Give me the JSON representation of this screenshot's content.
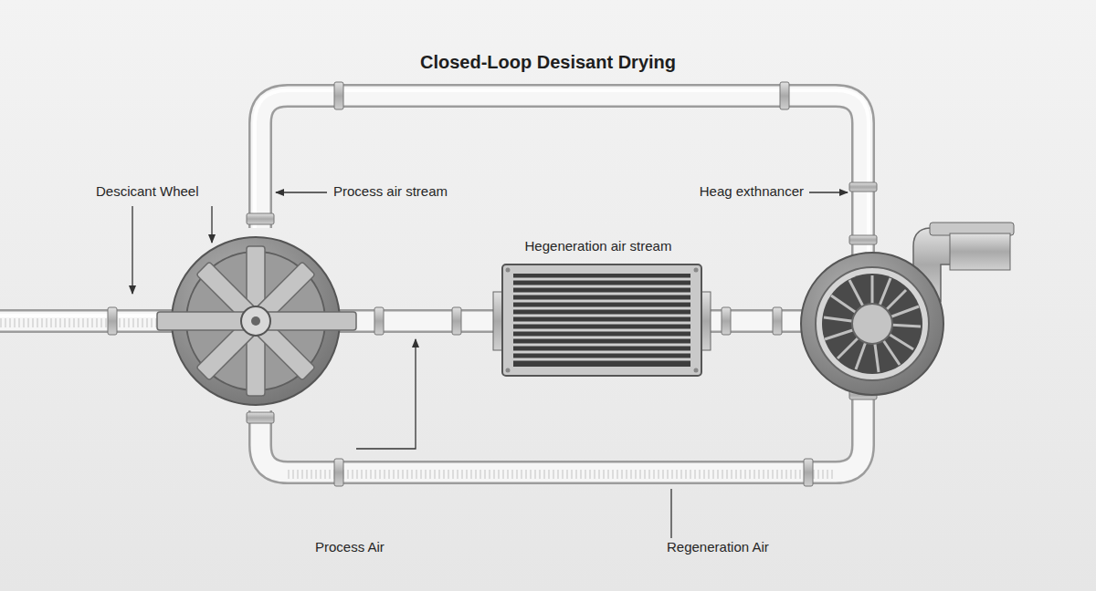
{
  "diagram": {
    "title": "Closed-Loop Desisant Drying",
    "labels": [
      "Descicant Wheel",
      "Process air stream",
      "Hegeneration air stream",
      "Heag exthnancer",
      "Process Air",
      "Regeneration Air"
    ]
  }
}
